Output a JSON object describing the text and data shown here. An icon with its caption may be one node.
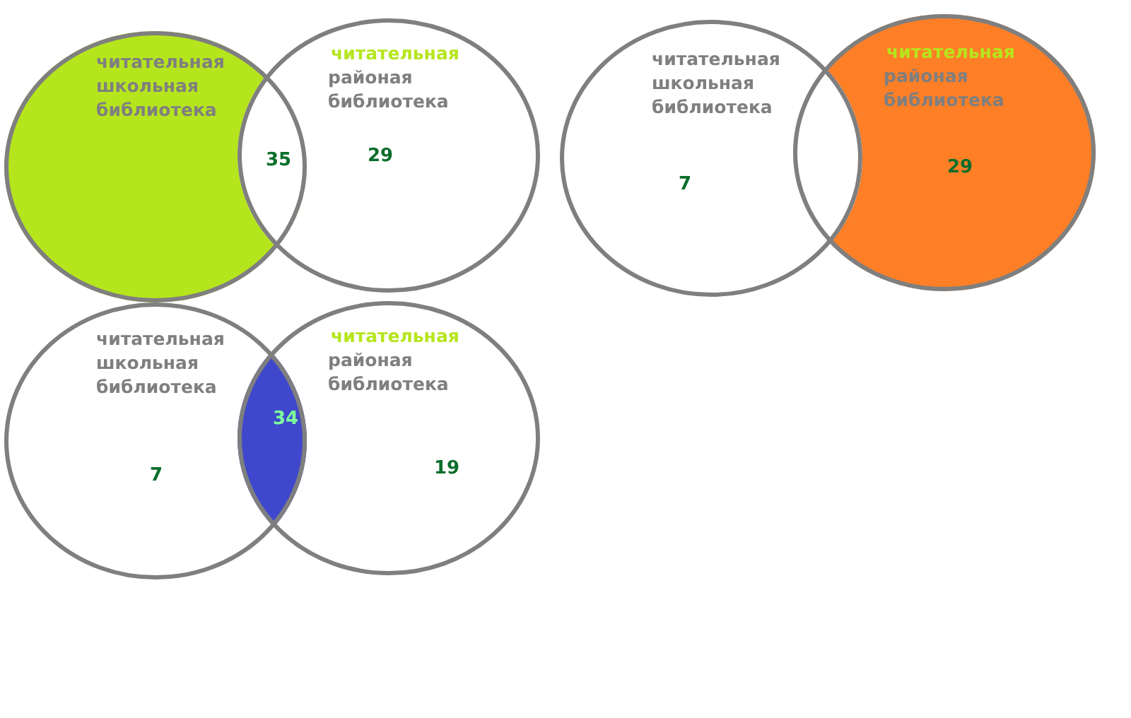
{
  "diagram": {
    "nodes": [
      {
        "text": [
          "читательная школьная библиотека"
        ]
      },
      {
        "text": [
          "читательная",
          "районая библиотека"
        ]
      },
      {
        "text": [
          "читательная школьная библиотека"
        ]
      },
      {
        "text": [
          "читательная",
          "районая библиотека"
        ]
      },
      {
        "text": [
          "читательная школьная библиотека"
        ]
      },
      {
        "text": [
          "читательная",
          "районая библиотека"
        ]
      }
    ],
    "edges": [],
    "labels": [
      "35",
      "29",
      "7",
      "29",
      "34",
      "7",
      "19"
    ]
  }
}
